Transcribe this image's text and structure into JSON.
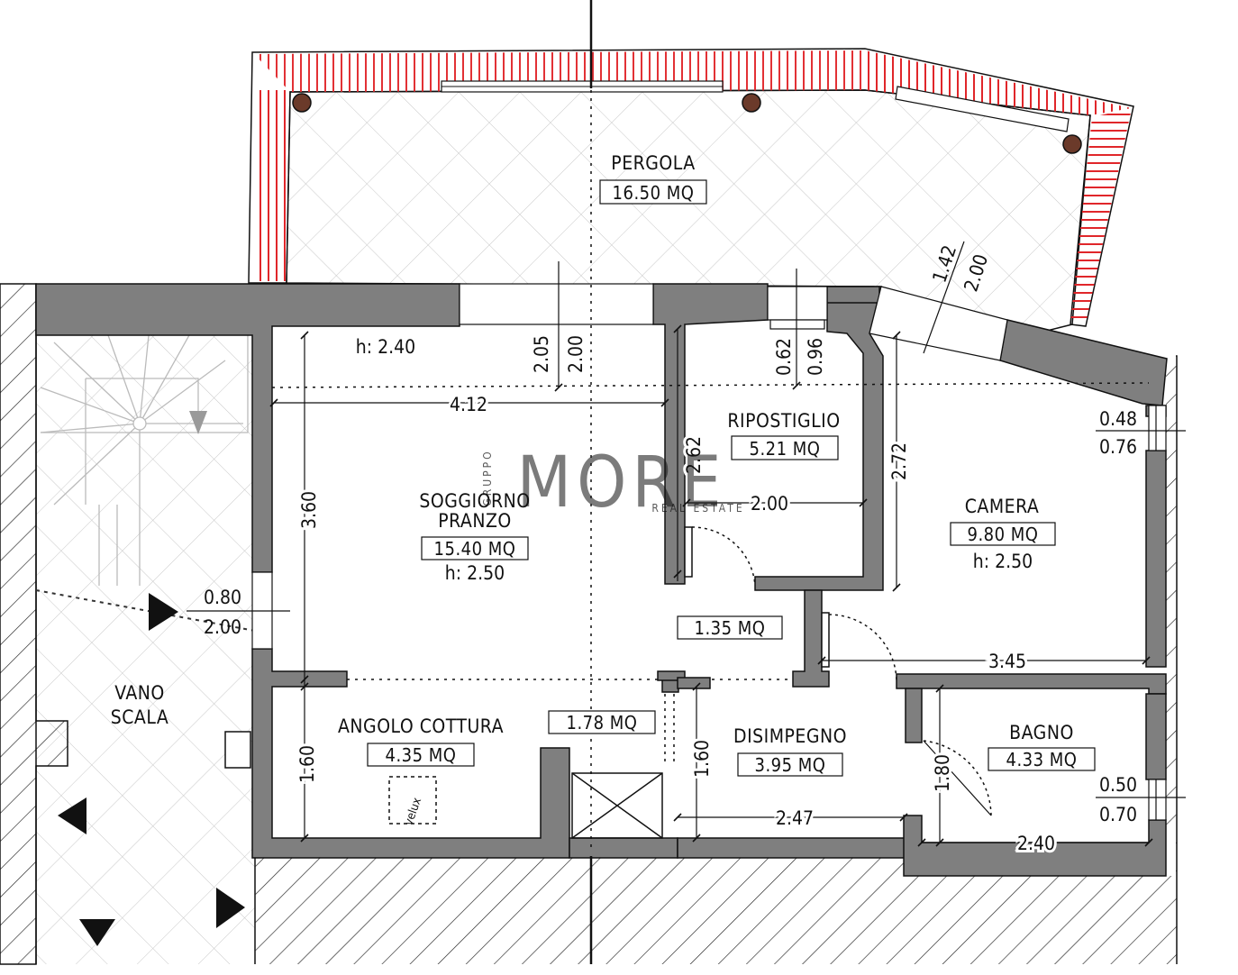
{
  "rooms": {
    "pergola": {
      "name": "PERGOLA",
      "area": "16.50 MQ"
    },
    "soggiorno": {
      "name_line1": "SOGGIORNO",
      "name_line2": "PRANZO",
      "area": "15.40 MQ",
      "height": "h: 2.50"
    },
    "soggiorno_top_height": "h: 2.40",
    "ripostiglio": {
      "name": "RIPOSTIGLIO",
      "area": "5.21 MQ"
    },
    "camera": {
      "name": "CAMERA",
      "area": "9.80 MQ",
      "height": "h: 2.50"
    },
    "angolo_cottura": {
      "name": "ANGOLO COTTURA",
      "area": "4.35 MQ",
      "velux": "velux"
    },
    "disimpegno": {
      "name": "DISIMPEGNO",
      "area": "3.95 MQ"
    },
    "bagno": {
      "name": "BAGNO",
      "area": "4.33 MQ"
    },
    "vano_scala": {
      "name_line1": "VANO",
      "name_line2": "SCALA"
    },
    "corridor_area": "1.35 MQ",
    "kitchen_passage_area": "1.78 MQ"
  },
  "dimensions": {
    "d_412": "4.12",
    "d_360": "3.60",
    "d_205": "2.05",
    "d_200_living": "2.00",
    "d_262": "2.62",
    "d_200_storage": "2.00",
    "d_062": "0.62",
    "d_096": "0.96",
    "d_272": "2.72",
    "d_142": "1.42",
    "d_200_pergola": "2.00",
    "d_048": "0.48",
    "d_076": "0.76",
    "d_080": "0.80",
    "d_200_door": "2.00",
    "d_345": "3.45",
    "d_160_kitchen": "1.60",
    "d_160_disimpegno": "1.60",
    "d_180": "1.80",
    "d_247": "2.47",
    "d_240": "2.40",
    "d_050": "0.50",
    "d_070": "0.70"
  },
  "watermark": {
    "text": "MORE",
    "sub": "REAL ESTATE",
    "side": "GRUPPO"
  },
  "colors": {
    "wall": "#7f7f7f",
    "pergola_edge": "#e0262a",
    "hatch": "#333333",
    "pillar": "#6b3a2a"
  }
}
